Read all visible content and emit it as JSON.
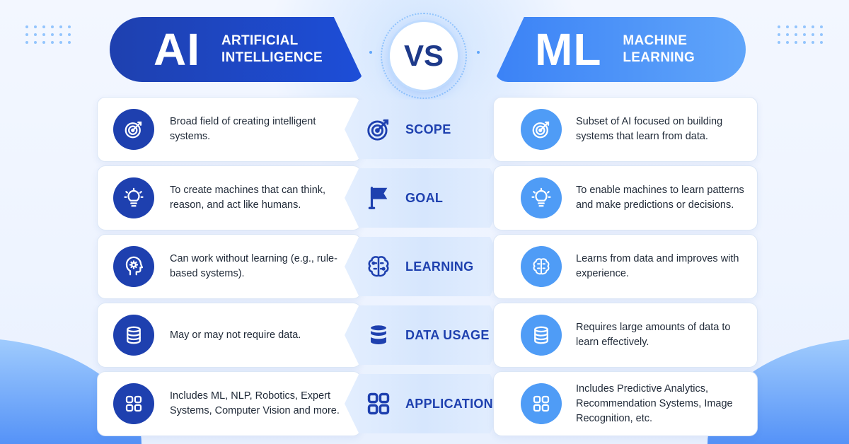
{
  "header": {
    "ai_abbr": "AI",
    "ai_full": "ARTIFICIAL INTELLIGENCE",
    "vs": "VS",
    "ml_abbr": "ML",
    "ml_full": "MACHINE LEARNING"
  },
  "colors": {
    "ai_primary": "#1e40af",
    "ml_primary": "#4f9cf6",
    "label": "#1e40af"
  },
  "rows": [
    {
      "label": "SCOPE",
      "icon": "target-icon",
      "ai": "Broad field of creating intelligent systems.",
      "ml": "Subset of AI focused on building systems that learn from data."
    },
    {
      "label": "GOAL",
      "icon": "flag-icon",
      "ai_icon": "lightbulb-icon",
      "ai": "To create machines that can think, reason, and act like humans.",
      "ml": "To enable machines to learn patterns and make predictions or decisions."
    },
    {
      "label": "LEARNING",
      "icon": "brain-icon",
      "ai_icon": "head-gear-icon",
      "ai": "Can work without learning (e.g., rule-based systems).",
      "ml": "Learns from data and improves with experience."
    },
    {
      "label": "DATA USAGE",
      "icon": "database-icon",
      "ai": "May or may not require data.",
      "ml": "Requires large amounts of data to learn effectively."
    },
    {
      "label": "APPLICATIONS",
      "icon": "grid-icon",
      "ai": "Includes ML, NLP, Robotics, Expert Systems, Computer Vision and more.",
      "ml": "Includes Predictive Analytics, Recommendation Systems, Image Recognition, etc."
    }
  ]
}
